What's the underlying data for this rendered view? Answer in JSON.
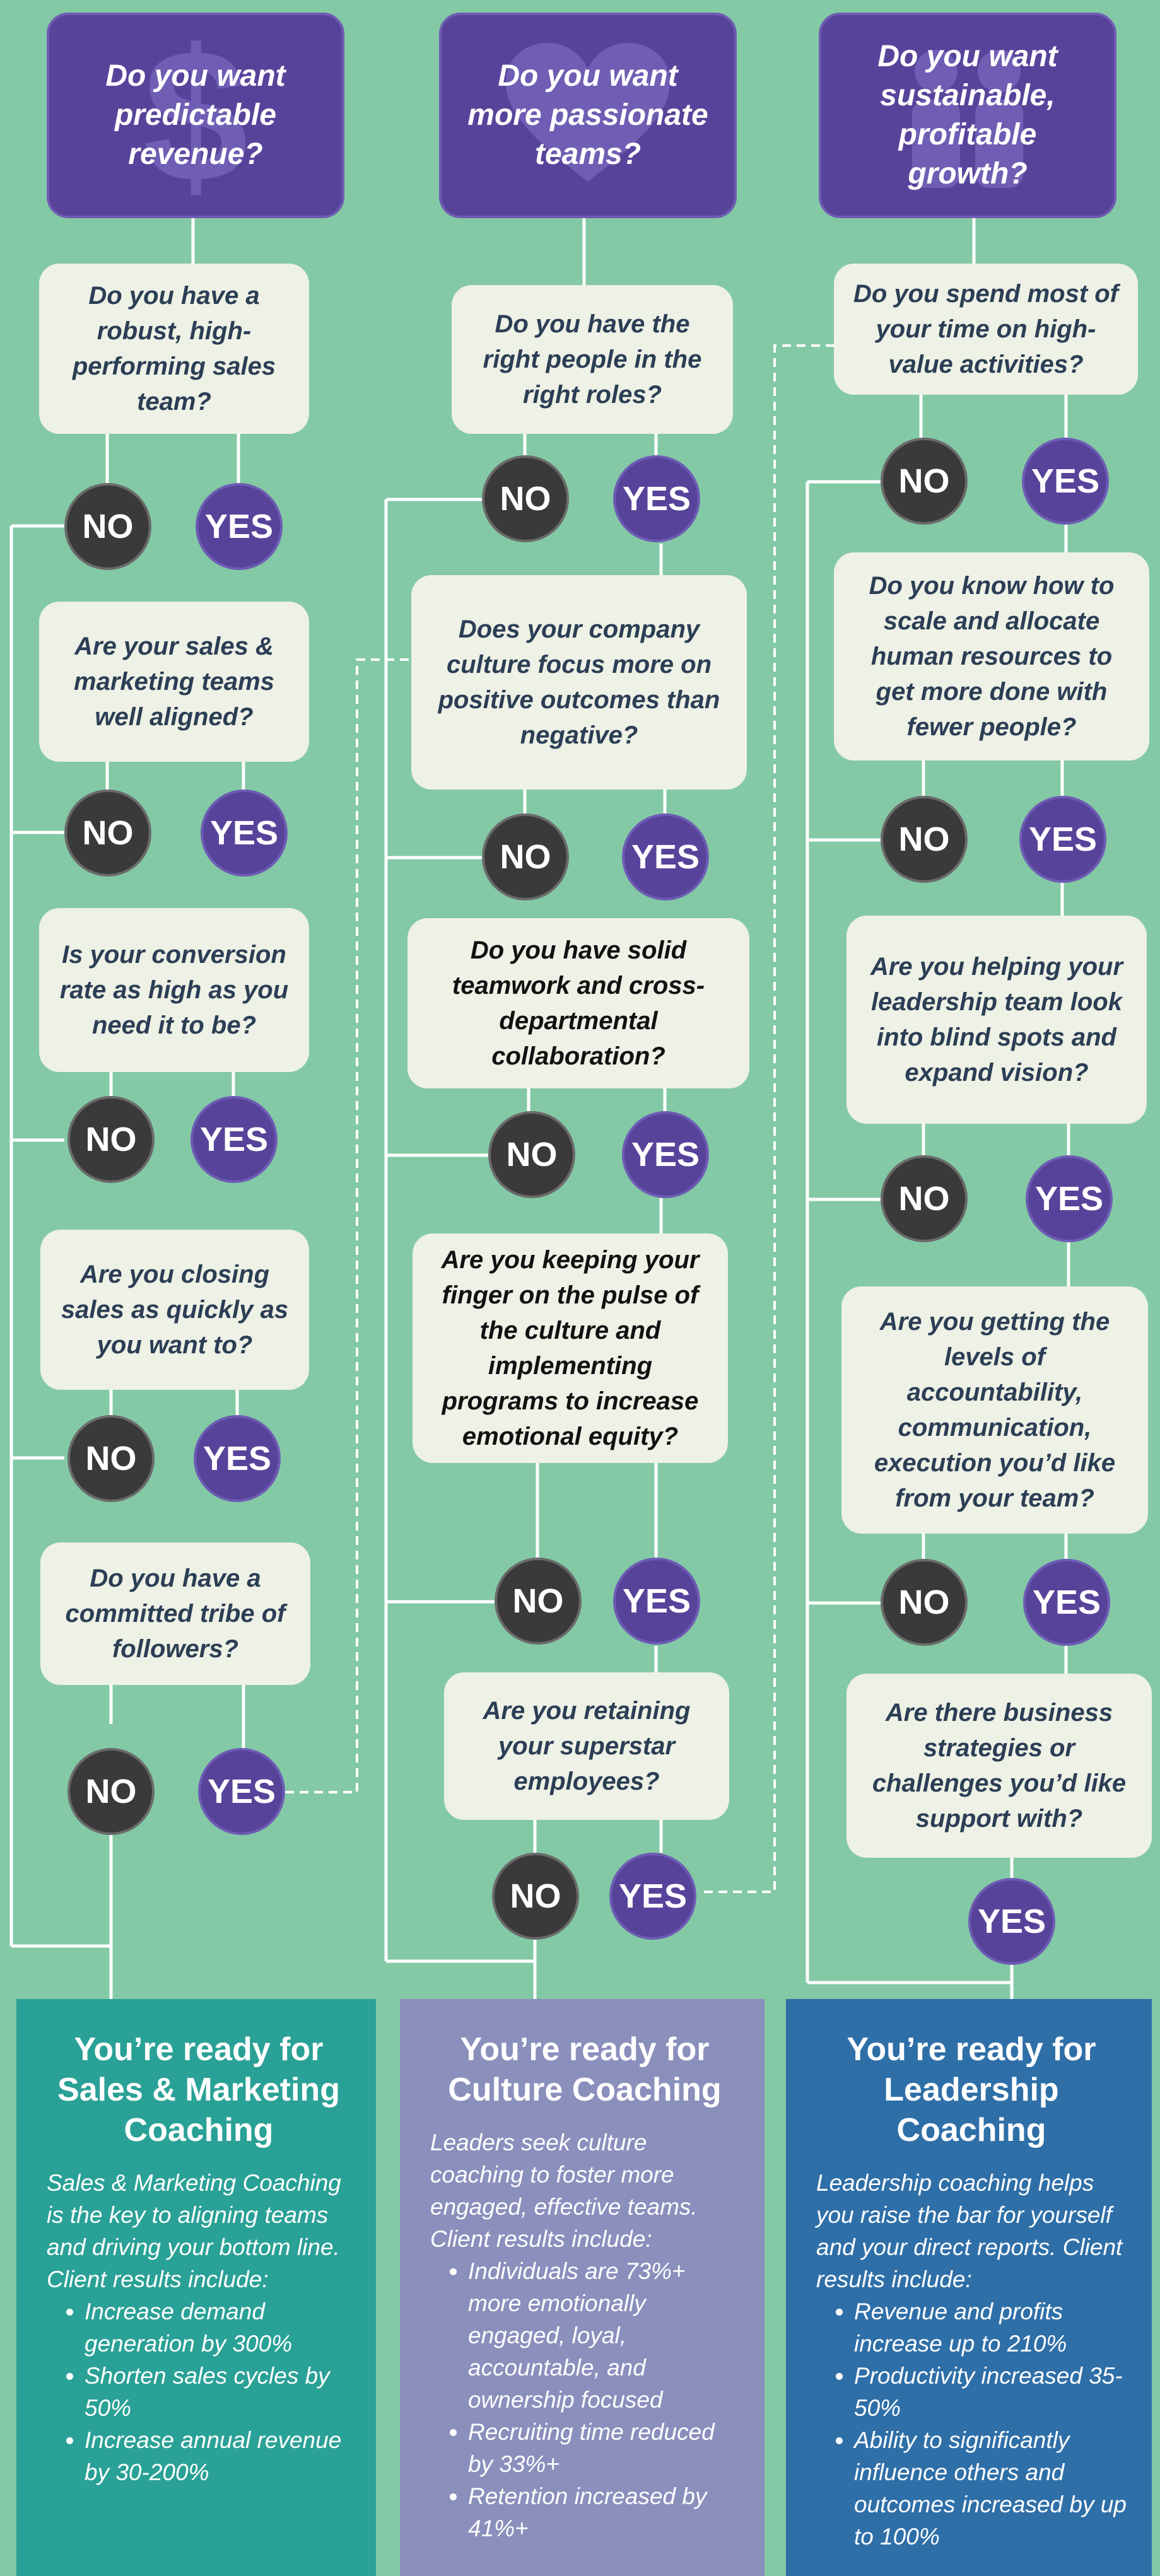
{
  "headers": [
    {
      "text": "Do you want predictable revenue?",
      "icon": "dollar-icon"
    },
    {
      "text": "Do you want more passionate teams?",
      "icon": "heart-icon"
    },
    {
      "text": "Do you want sustainable, profitable growth?",
      "icon": "people-icon"
    }
  ],
  "questions": {
    "col1": [
      "Do you have a robust, high-performing sales team?",
      "Are your sales & marketing teams well aligned?",
      "Is your conversion rate as high as you need it to be?",
      "Are you closing sales as quickly as you want to?",
      "Do you have a committed tribe of followers?"
    ],
    "col2": [
      "Do you have the right people in the right roles?",
      "Does your company culture focus more on positive outcomes than negative?",
      "Do you have solid teamwork and cross-departmental collaboration?",
      "Are you keeping your finger on the pulse of the culture and implementing programs to increase emotional equity?",
      "Are you retaining your superstar employees?"
    ],
    "col3": [
      "Do you spend most of your time on high-value activities?",
      "Do you know how to scale and allocate human resources to get more done with fewer people?",
      "Are you helping your leadership team look into blind spots and expand vision?",
      "Are you getting the levels of accountability, communication, execution you’d like from your team?",
      "Are there business strategies or challenges you’d like support with?"
    ]
  },
  "labels": {
    "no": "NO",
    "yes": "YES"
  },
  "results": [
    {
      "title": "You’re ready for Sales & Marketing Coaching",
      "desc": "Sales & Marketing Coaching is the key to aligning teams and driving your bottom line. Client results include:",
      "bullets": [
        "Increase demand generation by 300%",
        "Shorten sales cycles by 50%",
        "Increase annual revenue by 30-200%"
      ],
      "color": "#2aa196"
    },
    {
      "title": "You’re ready for Culture Coaching",
      "desc": "Leaders seek culture coaching to foster more engaged, effective teams. Client results include:",
      "bullets": [
        "Individuals are 73%+ more emotionally engaged, loyal, accountable, and ownership focused",
        "Recruiting time reduced by 33%+",
        "Retention increased by 41%+"
      ],
      "color": "#8a8fbc"
    },
    {
      "title": "You’re ready for Leadership Coaching",
      "desc": "Leadership coaching helps you raise the bar for yourself and your direct reports. Client results include:",
      "bullets": [
        "Revenue and profits increase up to 210%",
        "Productivity increased 35-50%",
        "Ability to significantly influence others and outcomes increased by up to 100%"
      ],
      "color": "#2f6fa8"
    }
  ],
  "colors": {
    "background": "#84c9a6",
    "purple": "#57449a",
    "dark": "#3a3a3a",
    "question_box": "#eef1e5",
    "question_text": "#2b3e55"
  }
}
